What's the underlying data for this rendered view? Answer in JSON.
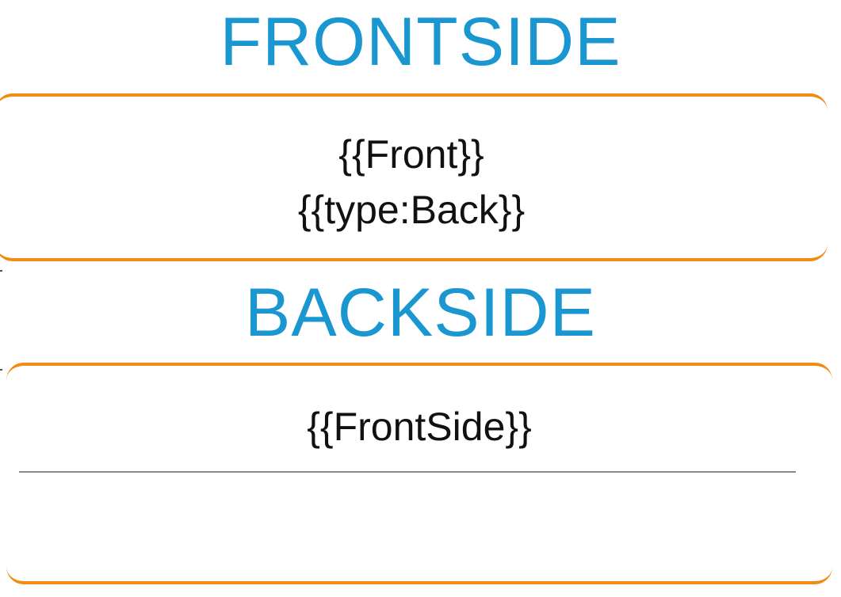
{
  "colors": {
    "heading": "#1a96d1",
    "card_border": "#f28b12",
    "text": "#111111",
    "divider": "#8a8a8a"
  },
  "front": {
    "heading": "FRONTSIDE",
    "fields": [
      "{{Front}}",
      "{{type:Back}}"
    ]
  },
  "back": {
    "heading": "BACKSIDE",
    "fields": [
      "{{FrontSide}}"
    ]
  }
}
